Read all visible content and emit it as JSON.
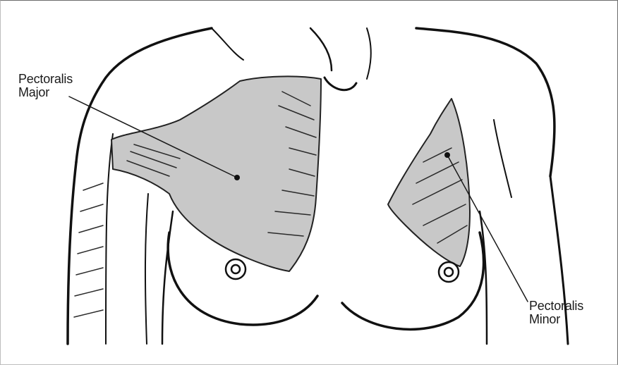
{
  "labels": {
    "pectoralis_major": {
      "line1": "Pectoralis",
      "line2": "Major"
    },
    "pectoralis_minor": {
      "line1": "Pectoralis",
      "line2": "Minor"
    }
  },
  "colors": {
    "muscle_fill": "#c8c8c8",
    "outline": "#111111",
    "leader_line": "#1a1a1a"
  }
}
